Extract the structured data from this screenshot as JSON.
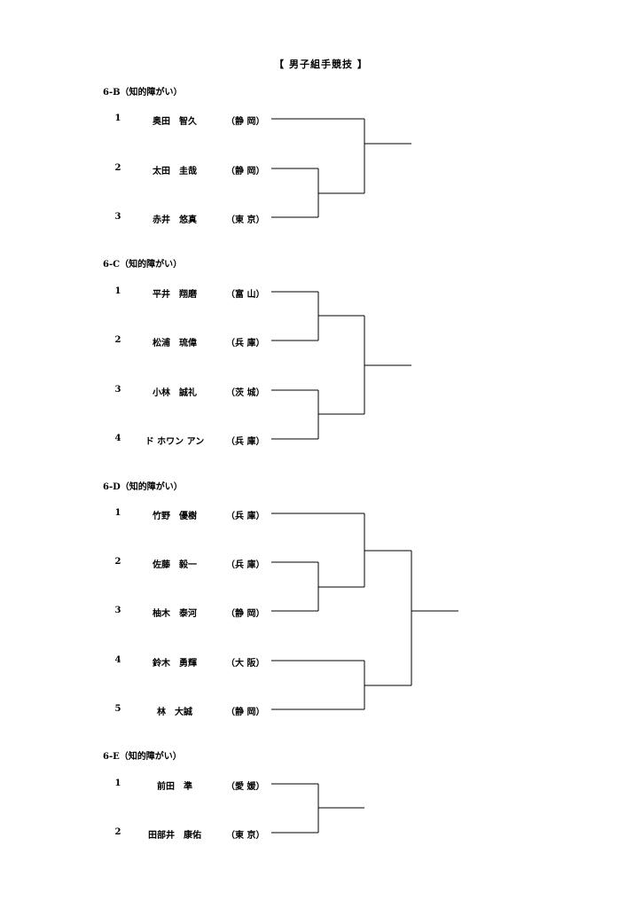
{
  "title": "【 男子組手競技 】",
  "sections": {
    "b": {
      "heading": "6-B（知的障がい）",
      "entries": [
        {
          "num": "1",
          "name": "奥田　智久",
          "pref": "（静 岡）"
        },
        {
          "num": "2",
          "name": "太田　圭哉",
          "pref": "（静 岡）"
        },
        {
          "num": "3",
          "name": "赤井　悠真",
          "pref": "（東 京）"
        }
      ]
    },
    "c": {
      "heading": "6-C（知的障がい）",
      "entries": [
        {
          "num": "1",
          "name": "平井　翔磨",
          "pref": "（富 山）"
        },
        {
          "num": "2",
          "name": "松浦　琉偉",
          "pref": "（兵 庫）"
        },
        {
          "num": "3",
          "name": "小林　誠礼",
          "pref": "（茨 城）"
        },
        {
          "num": "4",
          "name": "ド ホワン アン",
          "pref": "（兵 庫）"
        }
      ]
    },
    "d": {
      "heading": "6-D（知的障がい）",
      "entries": [
        {
          "num": "1",
          "name": "竹野　優樹",
          "pref": "（兵 庫）"
        },
        {
          "num": "2",
          "name": "佐藤　毅一",
          "pref": "（兵 庫）"
        },
        {
          "num": "3",
          "name": "柚木　泰河",
          "pref": "（静 岡）"
        },
        {
          "num": "4",
          "name": "鈴木　勇輝",
          "pref": "（大 阪）"
        },
        {
          "num": "5",
          "name": "林　大誠",
          "pref": "（静 岡）"
        }
      ]
    },
    "e": {
      "heading": "6-E（知的障がい）",
      "entries": [
        {
          "num": "1",
          "name": "前田　準",
          "pref": "（愛 媛）"
        },
        {
          "num": "2",
          "name": "田部井　康佑",
          "pref": "（東 京）"
        }
      ]
    }
  }
}
